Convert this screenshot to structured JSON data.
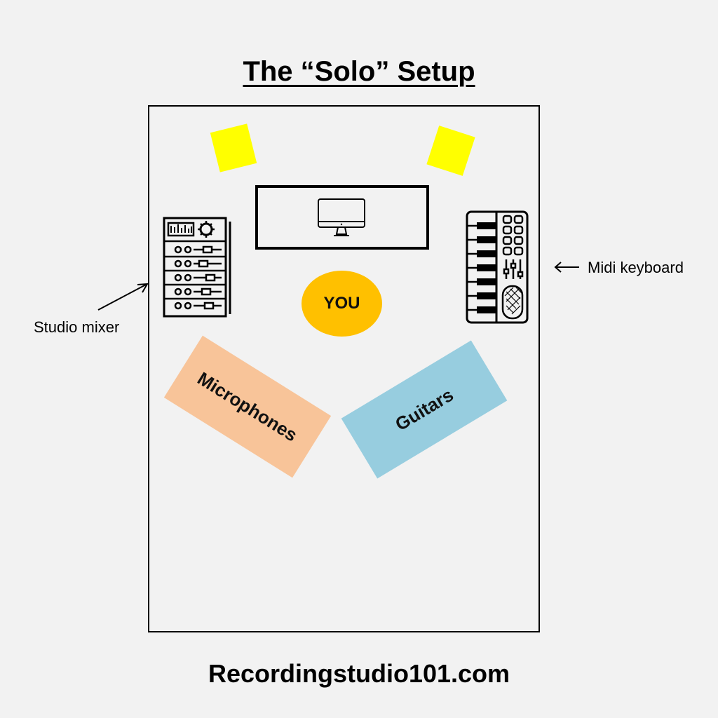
{
  "title": "The “Solo” Setup",
  "footer": "Recordingstudio101.com",
  "center_label": "YOU",
  "zones": {
    "microphones": "Microphones",
    "guitars": "Guitars"
  },
  "callouts": {
    "studio_mixer": "Studio mixer",
    "midi_keyboard": "Midi keyboard"
  },
  "icons": {
    "monitor": "monitor-icon",
    "mixer": "mixer-icon",
    "keyboard": "midi-keyboard-icon"
  },
  "colors": {
    "speaker": "#ffff00",
    "you": "#ffc000",
    "microphones": "#f8c499",
    "guitars": "#97cddf"
  }
}
